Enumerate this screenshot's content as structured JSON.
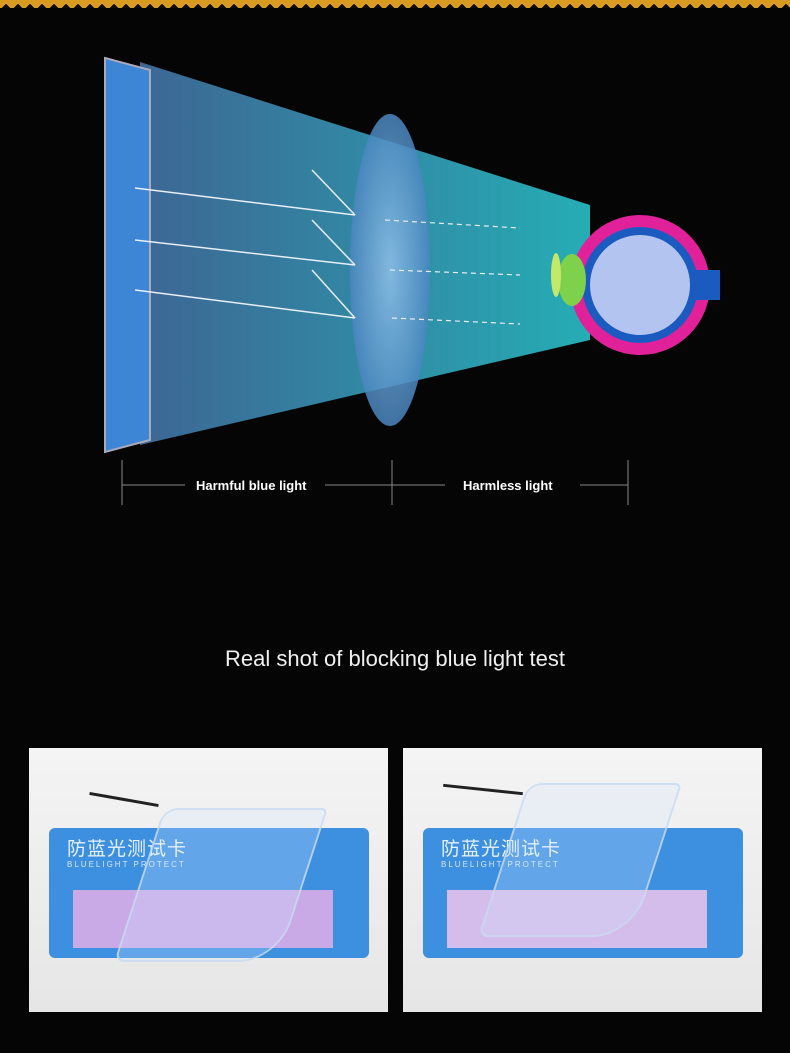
{
  "diagram": {
    "label_left": "Harmful blue light",
    "label_right": "Harmless light"
  },
  "section_title": "Real shot of blocking blue light test",
  "photos": [
    {
      "card_title_cn": "防蓝光测试卡",
      "card_subtitle": "BLUELIGHT PROTECT"
    },
    {
      "card_title_cn": "防蓝光测试卡",
      "card_subtitle": "BLUELIGHT PROTECT"
    }
  ],
  "colors": {
    "accent": "#d99a22",
    "blue": "#3d8fe0",
    "eye_magenta": "#e0219a"
  }
}
